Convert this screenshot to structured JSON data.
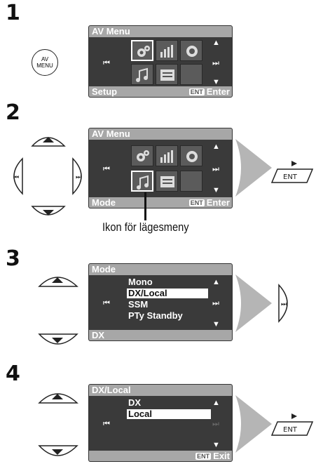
{
  "steps": [
    {
      "number": "1",
      "button": "AV\nMENU",
      "screen": {
        "title": "AV Menu",
        "footer_left": "Setup",
        "footer_badge": "ENT",
        "footer_right": "Enter"
      }
    },
    {
      "number": "2",
      "screen": {
        "title": "AV Menu",
        "footer_left": "Mode",
        "footer_badge": "ENT",
        "footer_right": "Enter"
      },
      "caption": "Ikon för lägesmeny",
      "confirm_button": "ENT"
    },
    {
      "number": "3",
      "screen": {
        "title": "Mode",
        "items": [
          "Mono",
          "DX/Local",
          "SSM",
          "PTy Standby"
        ],
        "selected": "DX/Local",
        "footer_left": "DX"
      }
    },
    {
      "number": "4",
      "screen": {
        "title": "DX/Local",
        "items": [
          "DX",
          "Local"
        ],
        "selected": "Local",
        "footer_badge": "ENT",
        "footer_right": "Exit"
      },
      "confirm_button": "ENT"
    }
  ],
  "av_button": {
    "line1": "AV",
    "line2": "MENU"
  },
  "colors": {
    "screen_bar": "#a7a7a7",
    "screen_body": "#3a3a3a",
    "arrow_gray": "#b5b5b5"
  }
}
